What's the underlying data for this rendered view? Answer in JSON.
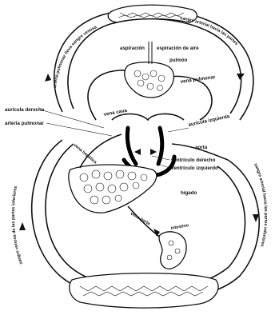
{
  "labels": {
    "aspiracion": "aspiración",
    "espiracion": "espiración de aire",
    "pulmon": "pulmón",
    "vena_pulmonar": "vena pulmonar",
    "auricula_derecha": "aurícula derecha",
    "arteria_pulmonar": "arteria pulmonar",
    "vena_cava": "vena cava",
    "vena_hepatica": "vena hepática",
    "auricula_izquierda": "aurícula izquierda",
    "aorta": "aorta",
    "ventriculo_derecho": "ventrículo derecho",
    "ventriculo_izquierdo": "ventrículo izquierdo",
    "higado": "hígado",
    "vena_porta": "vena porta",
    "intestino": "intestino",
    "top_left_arc": "arteria pulmonar lleva sangre venosa",
    "top_right_arc": "sangre arterial hacia las partes",
    "left_arc": "sangre venosa de las partes inferiores",
    "right_arc": "sangre arterial hacia las partes inferiores"
  }
}
